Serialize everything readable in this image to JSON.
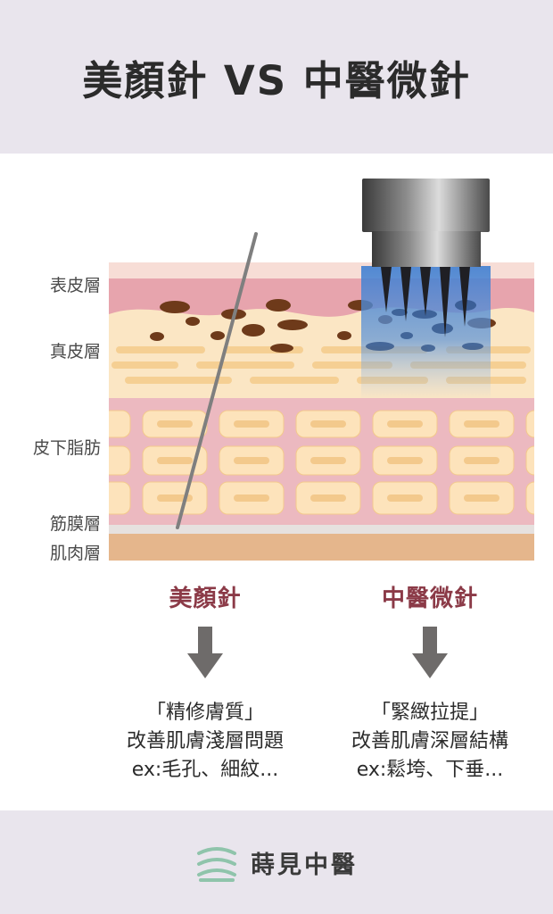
{
  "header": {
    "title": "美顏針 VS 中醫微針"
  },
  "layers": {
    "epidermis": "表皮層",
    "dermis": "真皮層",
    "subcutaneous": "皮下脂肪",
    "fascia": "筋膜層",
    "muscle": "肌肉層"
  },
  "columns": [
    {
      "title": "美顏針",
      "quote": "「精修膚質」",
      "line1": "改善肌膚淺層問題",
      "line2": "ex:毛孔、細紋..."
    },
    {
      "title": "中醫微針",
      "quote": "「緊緻拉提」",
      "line1": "改善肌膚深層結構",
      "line2": "ex:鬆垮、下垂..."
    }
  ],
  "footer": {
    "brand": "蒔見中醫",
    "logo_icon": "waves-logo-icon"
  },
  "colors": {
    "accent": "#8b3a47",
    "band": "#e9e5ed",
    "arrow": "#6e6b6a",
    "logo": "#8fc4ab"
  }
}
